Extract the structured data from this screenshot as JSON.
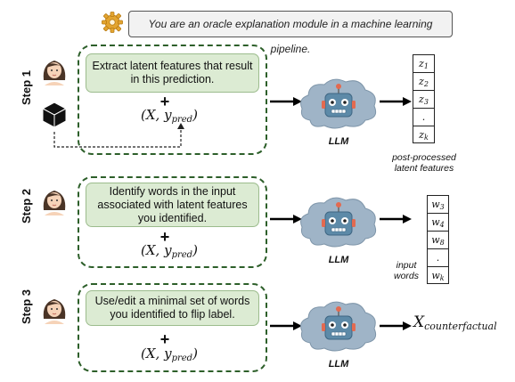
{
  "header": {
    "system_prompt": "You are an oracle explanation module in a machine learning pipeline."
  },
  "steps": [
    {
      "label": "Step 1",
      "prompt": "Extract latent features that result in this prediction.",
      "plus": "+",
      "formula_main": "(X, y",
      "formula_sub": "pred",
      "formula_close": ")",
      "llm_label": "LLM",
      "output_caption": "post-processed latent features",
      "output_items": [
        {
          "base": "z",
          "sub": "1"
        },
        {
          "base": "z",
          "sub": "2"
        },
        {
          "base": "z",
          "sub": "3"
        },
        {
          "base": ".",
          "sub": ""
        },
        {
          "base": "z",
          "sub": "k"
        }
      ]
    },
    {
      "label": "Step 2",
      "prompt": "Identify words in the input associated with latent features you identified.",
      "plus": "+",
      "formula_main": "(X, y",
      "formula_sub": "pred",
      "formula_close": ")",
      "llm_label": "LLM",
      "output_caption": "input words",
      "output_items": [
        {
          "base": "w",
          "sub": "3"
        },
        {
          "base": "w",
          "sub": "4"
        },
        {
          "base": "w",
          "sub": "8"
        },
        {
          "base": ".",
          "sub": ""
        },
        {
          "base": "w",
          "sub": "k"
        }
      ]
    },
    {
      "label": "Step 3",
      "prompt": "Use/edit a minimal set of words you identified to flip label.",
      "plus": "+",
      "formula_main": "(X, y",
      "formula_sub": "pred",
      "formula_close": ")",
      "llm_label": "LLM",
      "output_main": "X",
      "output_sub": "counterfactual"
    }
  ],
  "icons": {
    "user": "woman-avatar-icon",
    "model": "black-box-cube-icon",
    "llm": "robot-cloud-icon",
    "gear": "gear-icon"
  },
  "colors": {
    "dashed_border": "#2d5f2a",
    "prompt_fill": "#dcebd3",
    "cloud_fill": "#9fb4c7",
    "robot": "#5d8aa8"
  }
}
